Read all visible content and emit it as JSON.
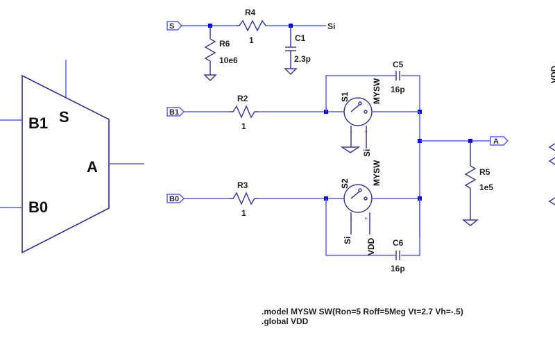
{
  "symbol": {
    "pins": {
      "select": "S",
      "input1": "B1",
      "input0": "B0",
      "output": "A"
    }
  },
  "flags": {
    "s": "S",
    "b1": "B1",
    "b0": "B0",
    "a": "A"
  },
  "nets": {
    "si": "Si",
    "vdd": "VDD"
  },
  "components": {
    "r4": {
      "name": "R4",
      "value": "1"
    },
    "r6": {
      "name": "R6",
      "value": "10e6"
    },
    "c1": {
      "name": "C1",
      "value": "2.3p"
    },
    "r2": {
      "name": "R2",
      "value": "1"
    },
    "r3": {
      "name": "R3",
      "value": "1"
    },
    "s1": {
      "name": "S1",
      "model": "MYSW",
      "ctrl_minus": "-",
      "ctrl_plus": "+",
      "ctrl_net": "Si"
    },
    "s2": {
      "name": "S2",
      "model": "MYSW",
      "ctrl_minus": "-",
      "ctrl_plus": "+",
      "ctrl_minus_net": "Si",
      "ctrl_plus_net": "VDD"
    },
    "c5": {
      "name": "C5",
      "value": "16p"
    },
    "c6": {
      "name": "C6",
      "value": "16p"
    },
    "r5": {
      "name": "R5",
      "value": "1e5"
    }
  },
  "directives": [
    ".model MYSW SW(Ron=5 Roff=5Meg Vt=2.7 Vh=-.5)",
    ".global VDD"
  ],
  "edge": {
    "partial_label": "VDD"
  }
}
